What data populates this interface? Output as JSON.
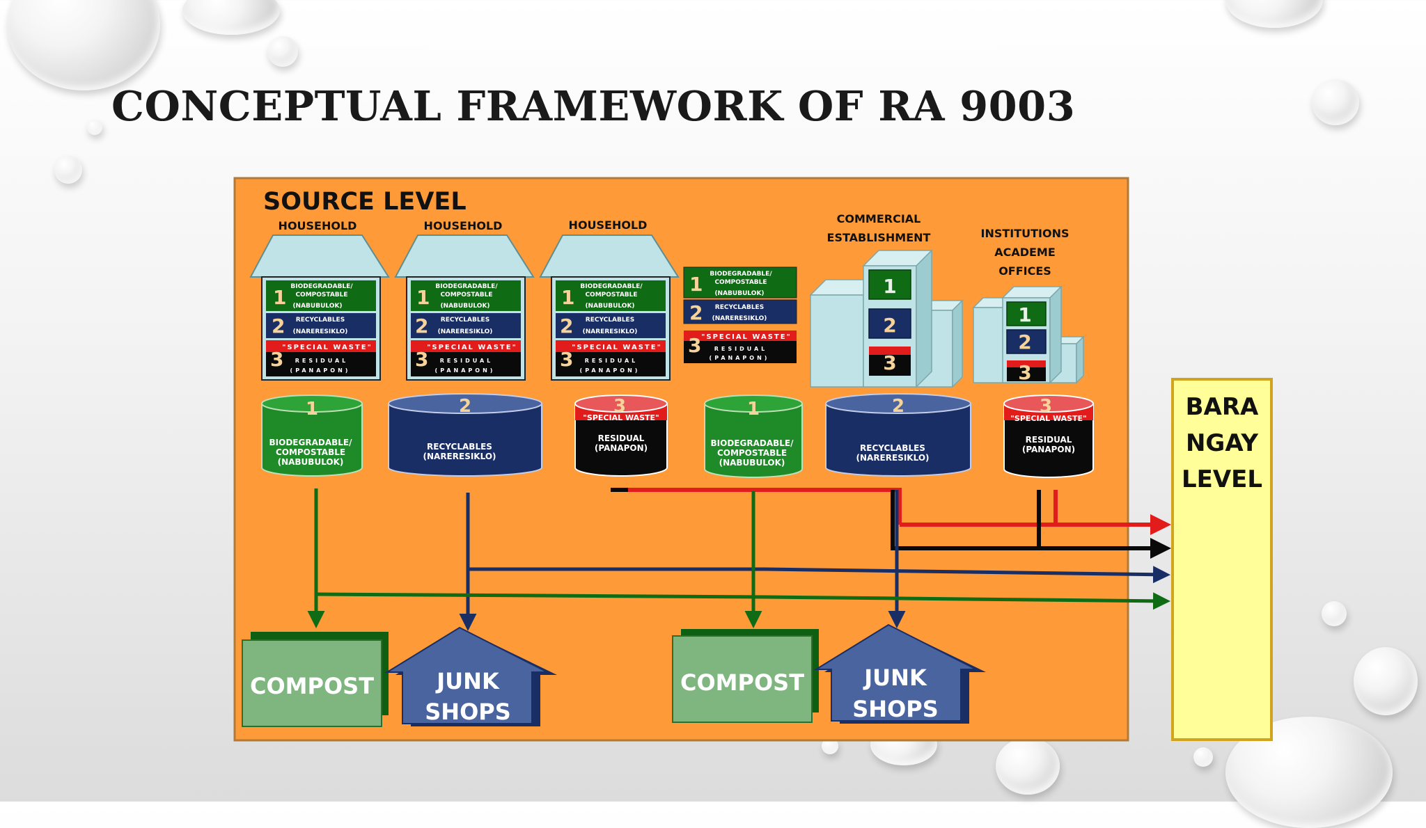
{
  "slide": {
    "title": "CONCEPTUAL FRAMEWORK OF RA 9003"
  },
  "diagram": {
    "source_level_title": "SOURCE LEVEL",
    "household_label": "HOUSEHOLD",
    "commercial_label_1": "COMMERCIAL",
    "commercial_label_2": "ESTABLISHMENT",
    "institutions_label_1": "INSTITUTIONS",
    "institutions_label_2": "ACADEME",
    "institutions_label_3": "OFFICES",
    "bin_numbers": [
      "1",
      "2",
      "3"
    ],
    "bins": {
      "biodegradable_1": "BIODEGRADABLE/",
      "biodegradable_2": "COMPOSTABLE",
      "biodegradable_3": "(NABUBULOK)",
      "recyclables_1": "RECYCLABLES",
      "recyclables_2": "(NARERESIKLO)",
      "special_waste": "\"SPECIAL WASTE\"",
      "residual_spaced": "RESIDUAL",
      "panapon_spaced": "(PANAPON)",
      "residual": "RESIDUAL",
      "panapon": "(PANAPON)"
    },
    "compost_label": "COMPOST",
    "junk_label_1": "JUNK",
    "junk_label_2": "SHOPS",
    "barangay_label_1": "BARA",
    "barangay_label_2": "NGAY",
    "barangay_label_3": "LEVEL"
  },
  "colors": {
    "panel": "#fe9a37",
    "green": "#0f6b14",
    "navy": "#1a2e66",
    "red": "#e21b1b",
    "black": "#0a0a0a",
    "barangay": "#fffe99",
    "compost": "#7fb57e",
    "junk": "#4a64a0",
    "building": "#bfe3e6"
  }
}
